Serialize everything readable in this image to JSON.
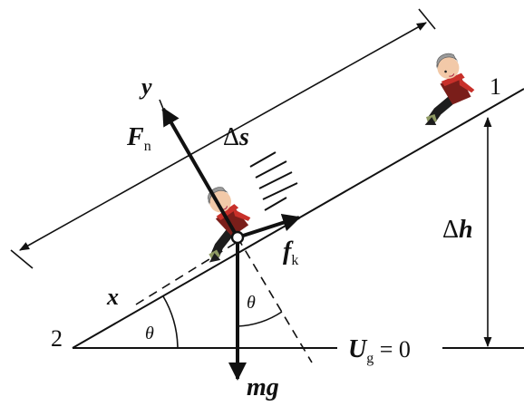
{
  "labels": {
    "y_axis": "y",
    "x_axis": "x",
    "normal_force": "F",
    "normal_force_sub": "n",
    "displacement": "Δ",
    "displacement_var": "s",
    "friction": "f",
    "friction_sub": "k",
    "weight": "mg",
    "height": "Δ",
    "height_var": "h",
    "angle_base": "θ",
    "angle_weight": "θ",
    "point_start": "1",
    "point_end": "2",
    "potential_var": "U",
    "potential_sub": "g",
    "potential_eq": " = 0"
  },
  "colors": {
    "ink": "#111111",
    "sled_body": "#7a1e1a",
    "scarf": "#c8302a",
    "helmet": "#8c8c8c",
    "skin": "#f2c9a8",
    "trouser": "#1d1d1d",
    "cuff": "#8f9a63"
  }
}
